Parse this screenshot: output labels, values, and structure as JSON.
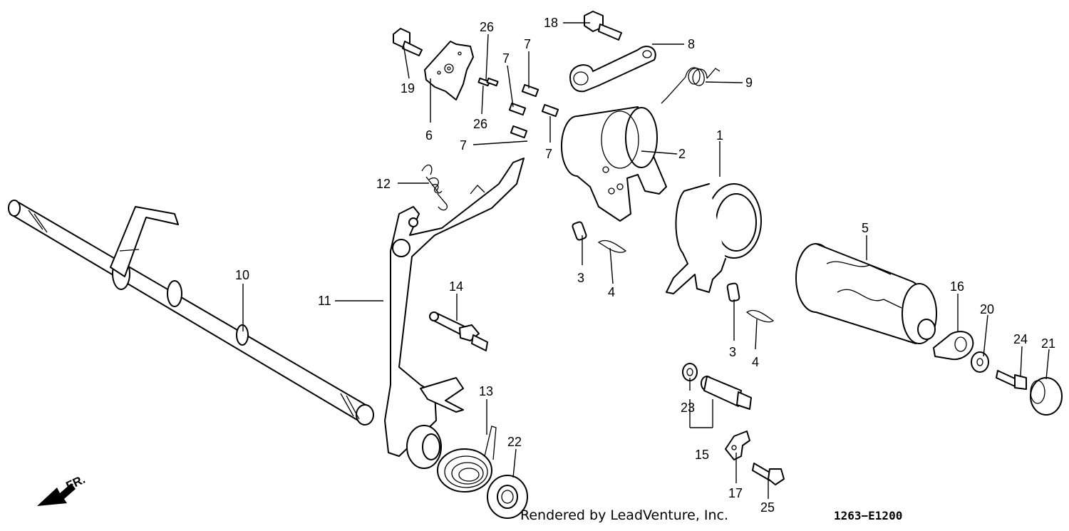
{
  "callouts": [
    {
      "id": "c1",
      "label": "1"
    },
    {
      "id": "c2",
      "label": "2"
    },
    {
      "id": "c3a",
      "label": "3"
    },
    {
      "id": "c3b",
      "label": "3"
    },
    {
      "id": "c4a",
      "label": "4"
    },
    {
      "id": "c4b",
      "label": "4"
    },
    {
      "id": "c5",
      "label": "5"
    },
    {
      "id": "c6",
      "label": "6"
    },
    {
      "id": "c7a",
      "label": "7"
    },
    {
      "id": "c7b",
      "label": "7"
    },
    {
      "id": "c7c",
      "label": "7"
    },
    {
      "id": "c7d",
      "label": "7"
    },
    {
      "id": "c8",
      "label": "8"
    },
    {
      "id": "c9",
      "label": "9"
    },
    {
      "id": "c10",
      "label": "10"
    },
    {
      "id": "c11",
      "label": "11"
    },
    {
      "id": "c12",
      "label": "12"
    },
    {
      "id": "c13",
      "label": "13"
    },
    {
      "id": "c14",
      "label": "14"
    },
    {
      "id": "c15",
      "label": "15"
    },
    {
      "id": "c16",
      "label": "16"
    },
    {
      "id": "c17",
      "label": "17"
    },
    {
      "id": "c18",
      "label": "18"
    },
    {
      "id": "c19",
      "label": "19"
    },
    {
      "id": "c20",
      "label": "20"
    },
    {
      "id": "c21",
      "label": "21"
    },
    {
      "id": "c22",
      "label": "22"
    },
    {
      "id": "c23",
      "label": "23"
    },
    {
      "id": "c24",
      "label": "24"
    },
    {
      "id": "c25",
      "label": "25"
    },
    {
      "id": "c26a",
      "label": "26"
    },
    {
      "id": "c26b",
      "label": "26"
    }
  ],
  "direction_label": "FR.",
  "credit": "Rendered by LeadVenture, Inc.",
  "diagram_code": "1263−E1200"
}
